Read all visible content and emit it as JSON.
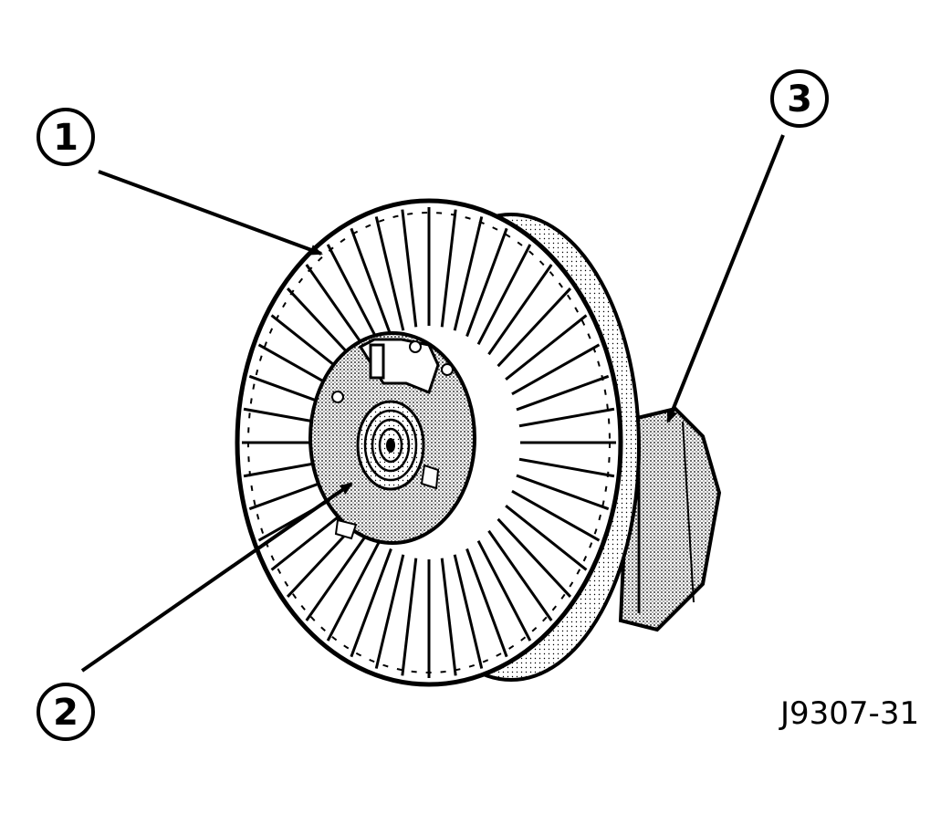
{
  "figure_id": "J9307-31",
  "callouts": [
    {
      "number": "1"
    },
    {
      "number": "2"
    },
    {
      "number": "3"
    }
  ],
  "colors": {
    "ink": "#000000",
    "paper": "#ffffff",
    "stipple_dark": "#b0b0b0",
    "stipple_light": "#d8d8d8"
  }
}
